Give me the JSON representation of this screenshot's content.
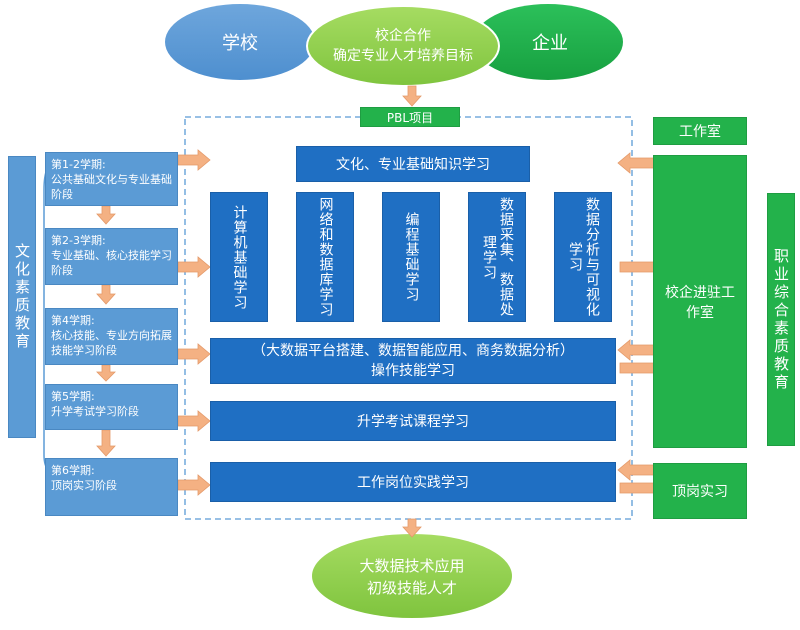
{
  "top": {
    "school": "学校",
    "enterprise": "企业",
    "cooperation_line1": "校企合作",
    "cooperation_line2": "确定专业人才培养目标"
  },
  "pbl_label": "PBL项目",
  "semesters": [
    {
      "title": "第1-2学期:",
      "desc": "公共基础文化与专业基础阶段"
    },
    {
      "title": "第2-3学期:",
      "desc": "专业基础、核心技能学习阶段"
    },
    {
      "title": "第4学期:",
      "desc": "核心技能、专业方向拓展技能学习阶段"
    },
    {
      "title": "第5学期:",
      "desc": "升学考试学习阶段"
    },
    {
      "title": "第6学期:",
      "desc": "顶岗实习阶段"
    }
  ],
  "left_side": "文化素质教育",
  "right_side": "职业综合素质教育",
  "center": {
    "foundation": "文化、专业基础知识学习",
    "courses": [
      "计算机基础学习",
      "网络和数据库学习",
      "编程基础学习",
      "数据采集、数据处理学习",
      "数据分析与可视化学习"
    ],
    "skills_line1": "（大数据平台搭建、数据智能应用、商务数据分析）",
    "skills_line2": "操作技能学习",
    "exam": "升学考试课程学习",
    "practice": "工作岗位实践学习"
  },
  "right": {
    "studio": "工作室",
    "enterprise_studio": "校企进驻工作室",
    "internship": "顶岗实习"
  },
  "result": {
    "line1": "大数据技术应用",
    "line2": "初级技能人才"
  },
  "colors": {
    "school_blue": "#5b9bd5",
    "enterprise_green": "#1fb14a",
    "light_green": "#92d050",
    "dark_blue": "#1f6fc3",
    "arrow_fill": "#f4b183"
  }
}
